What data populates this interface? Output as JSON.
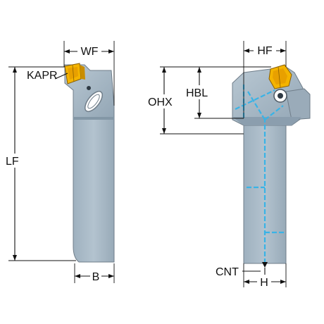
{
  "diagram": {
    "labels": {
      "wf": "WF",
      "kapr": "KAPR",
      "lf": "LF",
      "b": "B",
      "hf": "HF",
      "ohx": "OHX",
      "hbl": "HBL",
      "cnt": "CNT",
      "h": "H"
    },
    "colors": {
      "body": "#a9b9c6",
      "body_dark": "#8a9cab",
      "insert": "#f4b400",
      "insert_dark": "#b07a00",
      "coolant": "#39b3e6",
      "lines": "#111111"
    }
  }
}
